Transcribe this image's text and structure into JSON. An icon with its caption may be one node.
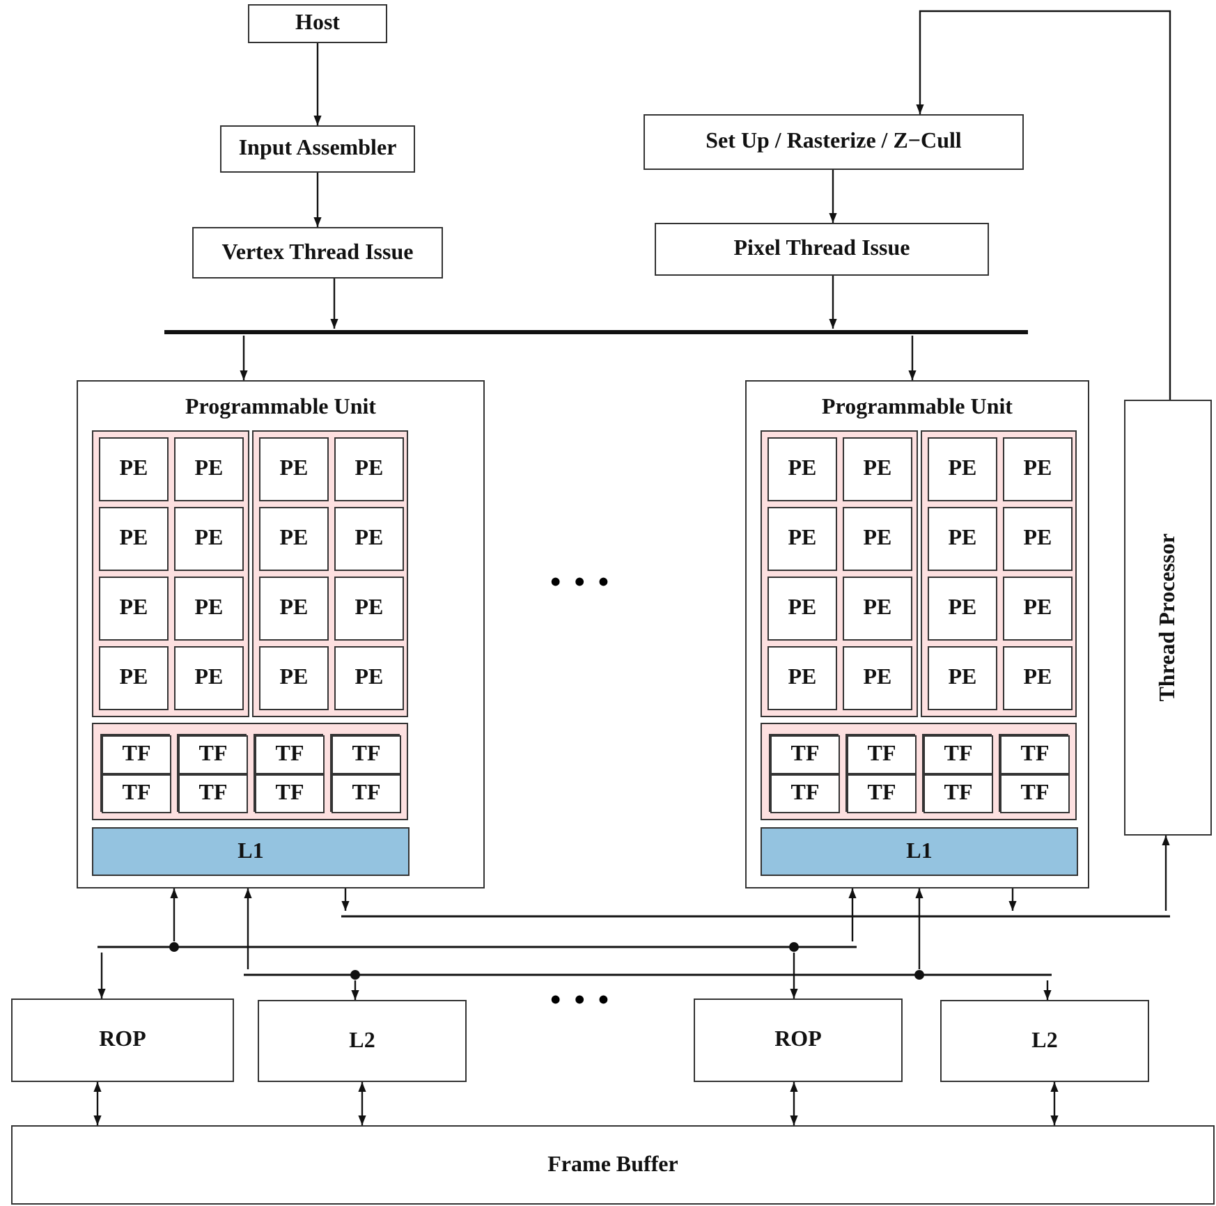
{
  "diagram": {
    "nodes": [
      {
        "text": [
          "Host"
        ]
      },
      {
        "text": [
          "Set Up / Rasterize / Z−Cull"
        ]
      },
      {
        "text": [
          "Input Assembler"
        ]
      },
      {
        "text": [
          "Vertex Thread Issue"
        ]
      },
      {
        "text": [
          "Pixel Thread Issue"
        ]
      },
      {
        "text": [],
        "shape": "bar"
      },
      {
        "text": [
          "Programmable Unit"
        ]
      },
      {
        "text": [],
        "shape": "box",
        "in": 6
      },
      {
        "text": [
          "PE"
        ],
        "in": 7
      },
      {
        "text": [
          "PE"
        ],
        "in": 7
      },
      {
        "text": [
          "PE"
        ],
        "in": 7
      },
      {
        "text": [
          "PE"
        ],
        "in": 7
      },
      {
        "text": [
          "PE"
        ],
        "in": 7
      },
      {
        "text": [
          "PE"
        ],
        "in": 7
      },
      {
        "text": [
          "PE"
        ],
        "in": 7
      },
      {
        "text": [
          "PE"
        ],
        "in": 7
      },
      {
        "text": [],
        "shape": "box",
        "in": 6
      },
      {
        "text": [
          "PE"
        ],
        "in": 16
      },
      {
        "text": [
          "PE"
        ],
        "in": 16
      },
      {
        "text": [
          "PE"
        ],
        "in": 16
      },
      {
        "text": [
          "PE"
        ],
        "in": 16
      },
      {
        "text": [
          "PE"
        ],
        "in": 16
      },
      {
        "text": [
          "PE"
        ],
        "in": 16
      },
      {
        "text": [
          "PE"
        ],
        "in": 16
      },
      {
        "text": [
          "PE"
        ],
        "in": 16
      },
      {
        "text": [],
        "shape": "box",
        "in": 6
      },
      {
        "text": [],
        "shape": "box",
        "in": 25
      },
      {
        "text": [
          "TF"
        ],
        "in": 26
      },
      {
        "text": [
          "TF"
        ],
        "in": 26
      },
      {
        "text": [],
        "shape": "box",
        "in": 25
      },
      {
        "text": [
          "TF"
        ],
        "in": 29
      },
      {
        "text": [
          "TF"
        ],
        "in": 29
      },
      {
        "text": [],
        "shape": "box",
        "in": 25
      },
      {
        "text": [
          "TF"
        ],
        "in": 32
      },
      {
        "text": [
          "TF"
        ],
        "in": 32
      },
      {
        "text": [],
        "shape": "box",
        "in": 25
      },
      {
        "text": [
          "TF"
        ],
        "in": 35
      },
      {
        "text": [
          "TF"
        ],
        "in": 35
      },
      {
        "text": [
          "L1"
        ],
        "in": 6
      },
      {
        "text": [
          "Programmable Unit"
        ]
      },
      {
        "text": [],
        "shape": "box",
        "in": 39
      },
      {
        "text": [
          "PE"
        ],
        "in": 40
      },
      {
        "text": [
          "PE"
        ],
        "in": 40
      },
      {
        "text": [
          "PE"
        ],
        "in": 40
      },
      {
        "text": [
          "PE"
        ],
        "in": 40
      },
      {
        "text": [
          "PE"
        ],
        "in": 40
      },
      {
        "text": [
          "PE"
        ],
        "in": 40
      },
      {
        "text": [
          "PE"
        ],
        "in": 40
      },
      {
        "text": [
          "PE"
        ],
        "in": 40
      },
      {
        "text": [],
        "shape": "box",
        "in": 39
      },
      {
        "text": [
          "PE"
        ],
        "in": 49
      },
      {
        "text": [
          "PE"
        ],
        "in": 49
      },
      {
        "text": [
          "PE"
        ],
        "in": 49
      },
      {
        "text": [
          "PE"
        ],
        "in": 49
      },
      {
        "text": [
          "PE"
        ],
        "in": 49
      },
      {
        "text": [
          "PE"
        ],
        "in": 49
      },
      {
        "text": [
          "PE"
        ],
        "in": 49
      },
      {
        "text": [
          "PE"
        ],
        "in": 49
      },
      {
        "text": [],
        "shape": "box",
        "in": 39
      },
      {
        "text": [],
        "shape": "box",
        "in": 58
      },
      {
        "text": [
          "TF"
        ],
        "in": 59
      },
      {
        "text": [
          "TF"
        ],
        "in": 59
      },
      {
        "text": [],
        "shape": "box",
        "in": 58
      },
      {
        "text": [
          "TF"
        ],
        "in": 62
      },
      {
        "text": [
          "TF"
        ],
        "in": 62
      },
      {
        "text": [],
        "shape": "box",
        "in": 58
      },
      {
        "text": [
          "TF"
        ],
        "in": 65
      },
      {
        "text": [
          "TF"
        ],
        "in": 65
      },
      {
        "text": [],
        "shape": "box",
        "in": 58
      },
      {
        "text": [
          "TF"
        ],
        "in": 68
      },
      {
        "text": [
          "TF"
        ],
        "in": 68
      },
      {
        "text": [
          "L1"
        ],
        "in": 39
      },
      {
        "text": [
          "Thread Processor"
        ]
      },
      {
        "text": [],
        "shape": "bar"
      },
      {
        "text": [],
        "shape": "bar"
      },
      {
        "text": [],
        "shape": "bar"
      },
      {
        "text": [
          "ROP"
        ]
      },
      {
        "text": [
          "L2"
        ]
      },
      {
        "text": [
          "ROP"
        ]
      },
      {
        "text": [
          "L2"
        ]
      },
      {
        "text": [
          "Frame Buffer"
        ]
      }
    ],
    "edges": [
      {
        "from": 0,
        "to": 2,
        "arrow": "to"
      },
      {
        "from": 2,
        "to": 3,
        "arrow": "to"
      },
      {
        "from": 3,
        "to": 5,
        "arrow": "to"
      },
      {
        "from": 1,
        "to": 4,
        "arrow": "to"
      },
      {
        "from": 4,
        "to": 5,
        "arrow": "to"
      },
      {
        "from": 5,
        "to": 6,
        "arrow": "to"
      },
      {
        "from": 5,
        "to": 39,
        "arrow": "to"
      },
      {
        "from": 72,
        "to": 1,
        "arrow": "to"
      },
      {
        "from": 6,
        "to": 73,
        "arrow": "to"
      },
      {
        "from": 39,
        "to": 73,
        "arrow": "to"
      },
      {
        "from": 73,
        "to": 72,
        "arrow": "to"
      },
      {
        "from": 74,
        "to": 6,
        "arrow": "to"
      },
      {
        "from": 74,
        "to": 39,
        "arrow": "to"
      },
      {
        "from": 74,
        "to": 76,
        "arrow": "to"
      },
      {
        "from": 74,
        "to": 78,
        "arrow": "to"
      },
      {
        "from": 75,
        "to": 6,
        "arrow": "to"
      },
      {
        "from": 75,
        "to": 39,
        "arrow": "to"
      },
      {
        "from": 75,
        "to": 77,
        "arrow": "to"
      },
      {
        "from": 75,
        "to": 79,
        "arrow": "to"
      },
      {
        "from": 76,
        "to": 80,
        "arrow": "both"
      },
      {
        "from": 77,
        "to": 80,
        "arrow": "both"
      },
      {
        "from": 78,
        "to": 80,
        "arrow": "both"
      },
      {
        "from": 79,
        "to": 80,
        "arrow": "both"
      }
    ],
    "labels": [
      "• • •",
      "• • •"
    ]
  }
}
